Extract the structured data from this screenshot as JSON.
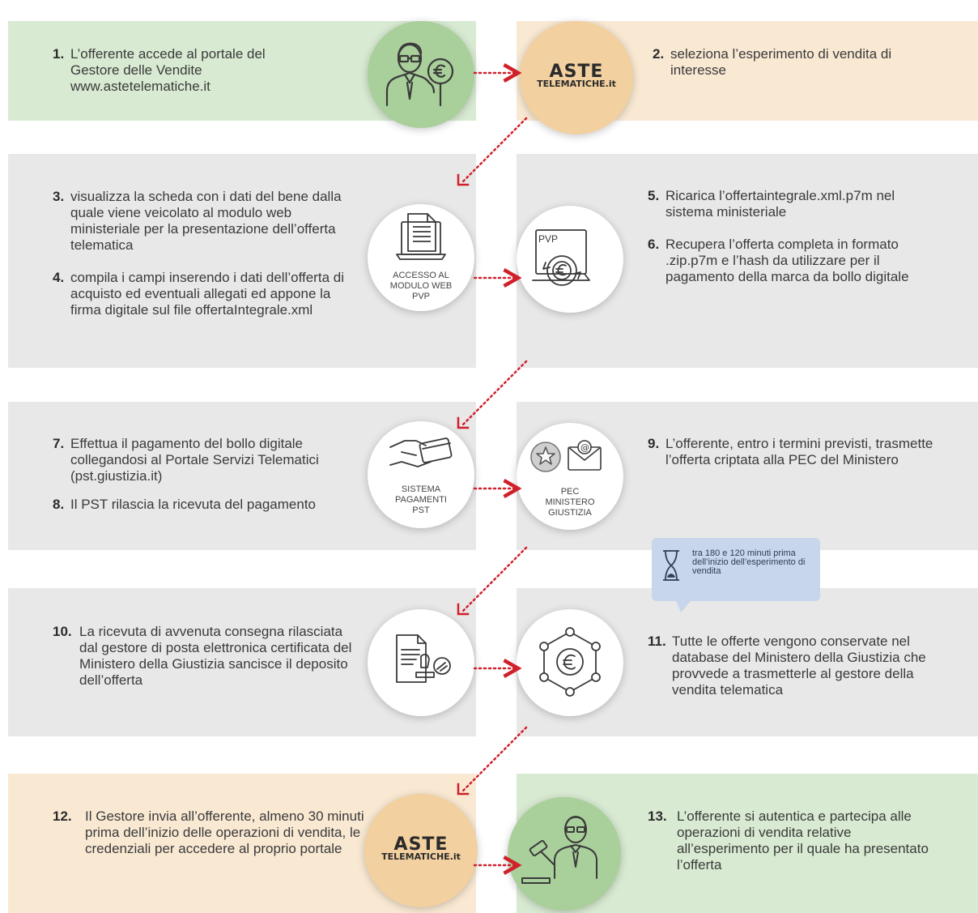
{
  "steps": [
    {
      "num": "1.",
      "text": "L’offerente accede al portale del Gestore delle Vendite www.astetelematiche.it"
    },
    {
      "num": "2.",
      "text": "seleziona l’esperimento di vendita di interesse"
    },
    {
      "num": "3.",
      "text": "visualizza la scheda con i dati del bene dalla quale viene veicolato al modulo web ministeriale per la presentazione dell’offerta telematica"
    },
    {
      "num": "4.",
      "text": "compila i campi inserendo i dati dell’offerta di acquisto ed eventuali allegati ed appone la firma digitale sul file offertaIntegrale.xml"
    },
    {
      "num": "5.",
      "text": "Ricarica l’offertaintegrale.xml.p7m nel sistema ministeriale"
    },
    {
      "num": "6.",
      "text": "Recupera l’offerta completa in formato .zip.p7m e l’hash da utilizzare per il pagamento della marca da bollo digitale"
    },
    {
      "num": "7.",
      "text": "Effettua il pagamento del bollo digitale collegandosi al Portale Servizi Telematici (pst.giustizia.it)"
    },
    {
      "num": "8.",
      "text": "Il PST rilascia la ricevuta del pagamento"
    },
    {
      "num": "9.",
      "text": "L’offerente, entro i termini previsti, trasmette l’offerta criptata alla PEC del Ministero"
    },
    {
      "num": "10.",
      "text": "La ricevuta di avvenuta consegna rilasciata dal gestore di posta elettronica certificata del Ministero della Giustizia sancisce il deposito dell’offerta"
    },
    {
      "num": "11.",
      "text": "Tutte le offerte vengono conservate nel database del Ministero della Giustizia che provvede a trasmetterle al gestore della vendita telematica"
    },
    {
      "num": "12.",
      "text": "Il Gestore invia all’offerente, almeno 30 minuti prima dell’inizio delle operazioni di vendita, le credenziali per accedere al proprio portale"
    },
    {
      "num": "13.",
      "text": "L’offerente si autentica e partecipa alle operazioni di vendita relative all’esperimento per il quale ha presentato l’offerta"
    }
  ],
  "circle_labels": {
    "pvp_access": "ACCESSO AL MODULO WEB PVP",
    "pvp_title": "PVP",
    "pst": "SISTEMA PAGAMENTI PST",
    "pec": "PEC MINISTERO GIUSTIZIA"
  },
  "logo": {
    "line1": "ASTE",
    "line2": "TELEMATICHE.it"
  },
  "timing_note": "tra 180 e 120 minuti prima dell’inizio dell’esperimento di vendita",
  "colors": {
    "green_panel": "#d8ead2",
    "peach_panel": "#f9e9d3",
    "gray_panel": "#e8e8e8",
    "green_circle": "#a9cf9a",
    "peach_circle": "#f2d09f",
    "arrow_red": "#d0202a",
    "note_blue": "#c7d6ea"
  },
  "icons": [
    "person-euro-icon",
    "logo-astetelematiche",
    "document-laptop-icon",
    "pvp-euro-cycle-icon",
    "hand-card-icon",
    "emblem-mail-icon",
    "document-stamp-icon",
    "euro-network-icon",
    "hourglass-icon",
    "gavel-person-icon"
  ]
}
